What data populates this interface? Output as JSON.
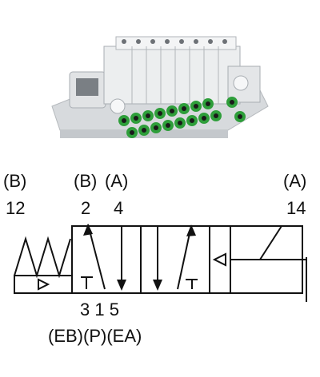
{
  "product_photo": {
    "description_icon": "valve-manifold-photo"
  },
  "ports": {
    "p12_paren": "(B)",
    "p12_num": "12",
    "p2_paren": "(B)",
    "p2_num": "2",
    "p4_paren": "(A)",
    "p4_num": "4",
    "p14_paren": "(A)",
    "p14_num": "14",
    "bottom_numbers": "3 1 5",
    "bottom_letters": "(EB)(P)(EA)"
  },
  "colors": {
    "line": "#111111",
    "fitting_green": "#2e9e3a",
    "body_grey": "#d9dcdf"
  }
}
